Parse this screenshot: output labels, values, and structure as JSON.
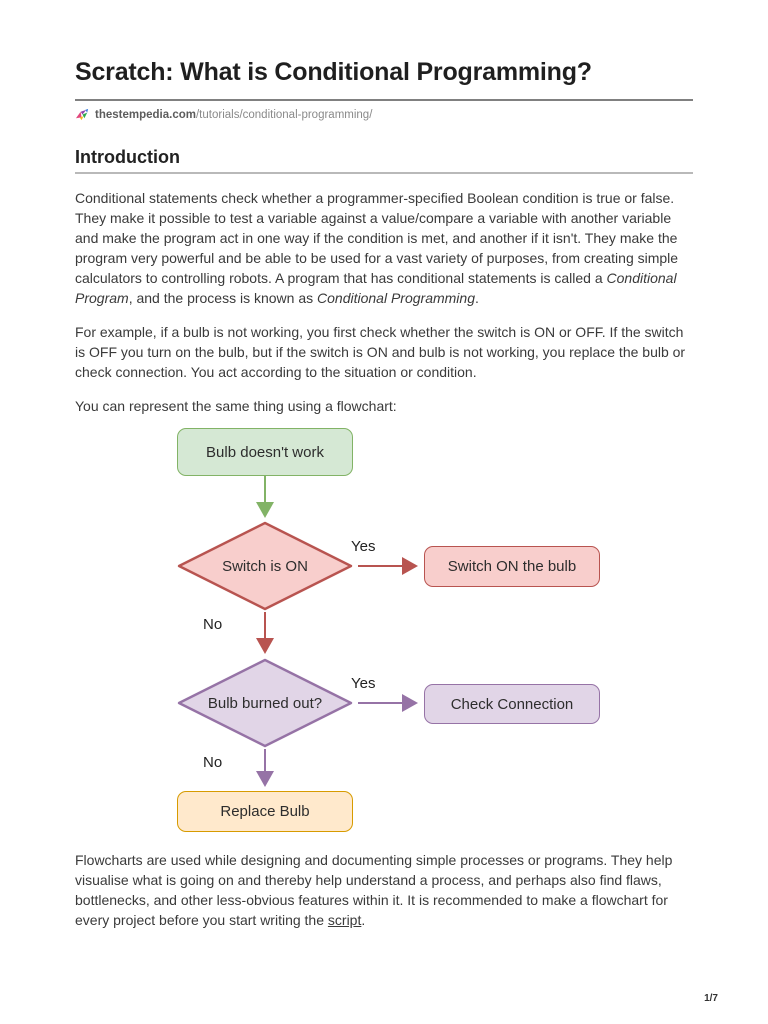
{
  "page": {
    "title": "Scratch: What is Conditional Programming?",
    "source_domain": "thestempedia.com",
    "source_path": "/tutorials/conditional-programming/",
    "page_number": "1/7"
  },
  "article": {
    "section_heading": "Introduction",
    "p1_parts": [
      {
        "text": "Conditional statements check whether a programmer-specified Boolean condition is true or false. They make it possible to test a variable against a value/compare a variable with another variable and make the program act in one way if the condition is met, and another if it isn't. They make the program very powerful and be able to be used for a vast variety of purposes, from creating simple calculators to controlling robots. A program that has conditional statements is called a "
      },
      {
        "text": "Conditional Program",
        "style": "italic"
      },
      {
        "text": ", and the process is known as "
      },
      {
        "text": "Conditional Programming",
        "style": "italic"
      },
      {
        "text": "."
      }
    ],
    "p2": "For example, if a bulb is not working, you first check whether the switch is ON or OFF. If the switch is OFF you turn on the bulb, but if the switch is ON and bulb is not working, you replace the bulb or check connection. You act according to the situation or condition.",
    "p3": "You can represent the same thing using a flowchart:",
    "p4_parts": [
      {
        "text": "Flowcharts are used while designing and documenting simple processes or programs. They help visualise what is going on and thereby help understand a process, and perhaps also find flaws, bottlenecks, and other less-obvious features within it. It is recommended to make a flowchart for every project before you start writing the "
      },
      {
        "text": "script",
        "style": "underline-link"
      },
      {
        "text": "."
      }
    ]
  },
  "flowchart": {
    "nodes": {
      "start": {
        "label": "Bulb doesn't work",
        "shape": "rounded-rect",
        "fill": "#d5e8d4",
        "stroke": "#82b366"
      },
      "decision1": {
        "label": "Switch is ON",
        "shape": "diamond",
        "fill": "#f8cecc",
        "stroke": "#b85450"
      },
      "action1": {
        "label": "Switch ON the bulb",
        "shape": "rounded-rect",
        "fill": "#f8cecc",
        "stroke": "#b85450"
      },
      "decision2": {
        "label": "Bulb burned out?",
        "shape": "diamond",
        "fill": "#e1d5e7",
        "stroke": "#9673a6"
      },
      "action2": {
        "label": "Check Connection",
        "shape": "rounded-rect",
        "fill": "#e1d5e7",
        "stroke": "#9673a6"
      },
      "end": {
        "label": "Replace Bulb",
        "shape": "rounded-rect",
        "fill": "#ffe9cc",
        "stroke": "#d79b00"
      }
    },
    "edge_labels": {
      "yes1": "Yes",
      "no1": "No",
      "yes2": "Yes",
      "no2": "No"
    },
    "arrow_colors": {
      "green": "#82b366",
      "red": "#b85450",
      "purple": "#9673a6"
    }
  }
}
